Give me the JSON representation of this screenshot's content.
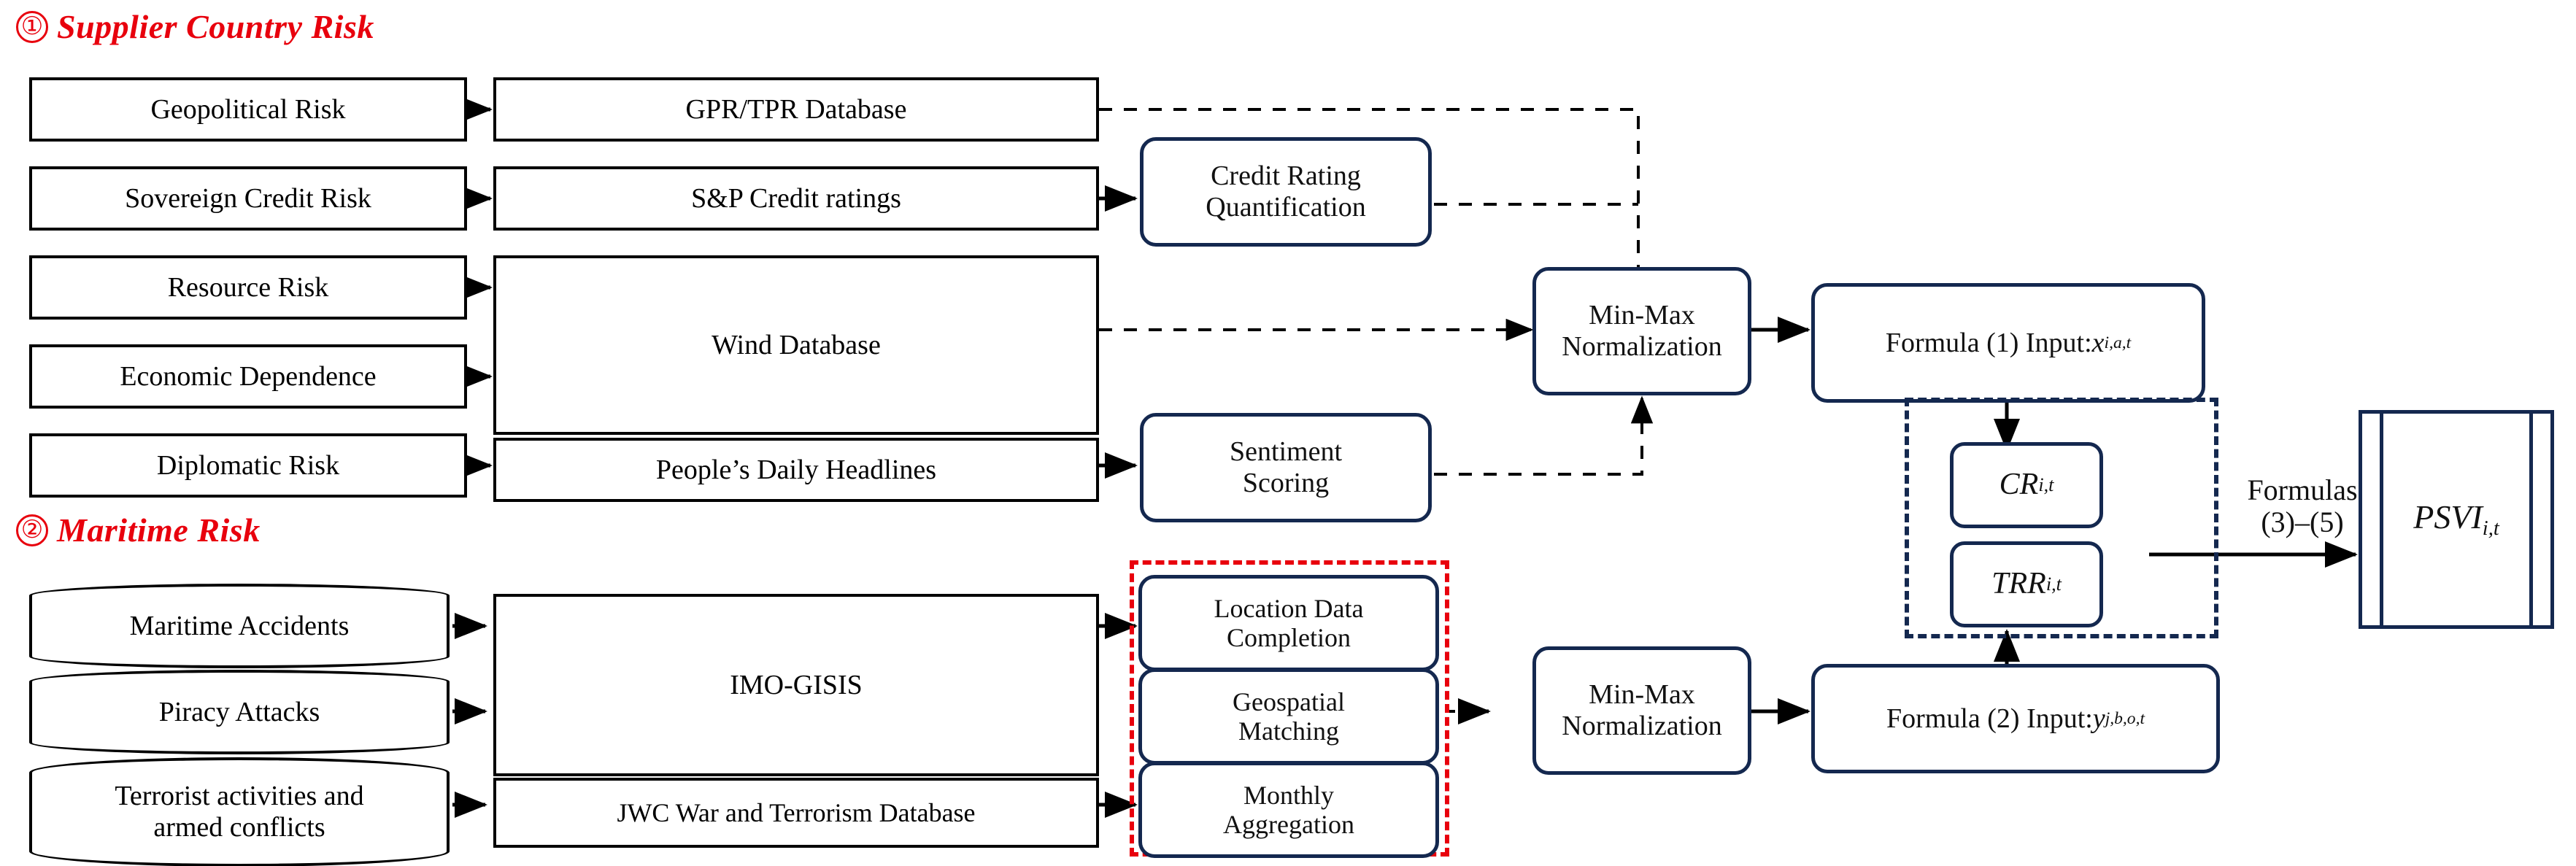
{
  "sections": [
    {
      "number": "①",
      "title": "Supplier Country Risk"
    },
    {
      "number": "②",
      "title": "Maritime Risk"
    }
  ],
  "supplier_risk": {
    "risk_factors": [
      {
        "label": "Geopolitical Risk"
      },
      {
        "label": "Sovereign Credit Risk"
      },
      {
        "label": "Resource Risk"
      },
      {
        "label": "Economic Dependence"
      },
      {
        "label": "Diplomatic Risk"
      }
    ],
    "data_sources": [
      {
        "label": "GPR/TPR Database"
      },
      {
        "label": "S&P Credit ratings"
      },
      {
        "label": "Wind Database"
      },
      {
        "label": "People’s Daily Headlines"
      }
    ],
    "processing": [
      {
        "label": "Credit Rating\nQuantification"
      },
      {
        "label": "Sentiment\nScoring"
      }
    ],
    "normalization": {
      "label": "Min-Max\nNormalization"
    },
    "formula": {
      "prefix": "Formula (1) Input:",
      "variable": "x",
      "subscript": "i,a,t"
    }
  },
  "maritime_risk": {
    "risk_factors": [
      {
        "label": "Maritime Accidents"
      },
      {
        "label": "Piracy Attacks"
      },
      {
        "label": "Terrorist activities and\narmed conflicts"
      }
    ],
    "data_sources": [
      {
        "label": "IMO-GISIS"
      },
      {
        "label": "JWC War and Terrorism Database"
      }
    ],
    "processing": [
      {
        "label": "Location Data\nCompletion"
      },
      {
        "label": "Geospatial\nMatching"
      },
      {
        "label": "Monthly\nAggregation"
      }
    ],
    "normalization": {
      "label": "Min-Max\nNormalization"
    },
    "formula": {
      "prefix": "Formula (2) Input:",
      "variable": "y",
      "subscript": "j,b,o,t"
    }
  },
  "indices": {
    "credit_risk": {
      "variable": "CR",
      "subscript": "i,t"
    },
    "transport_route_risk": {
      "variable": "TRR",
      "subscript": "i,t"
    }
  },
  "formulas_link": {
    "line1": "Formulas",
    "line2": "(3)–(5)"
  },
  "output": {
    "variable": "PSVI",
    "subscript": "i,t"
  },
  "colors": {
    "heading_red": "#e8000d",
    "process_navy": "#14284f",
    "source_black": "#000000",
    "dashed_group_red": "#e8000d",
    "dashed_group_navy": "#14284f"
  }
}
